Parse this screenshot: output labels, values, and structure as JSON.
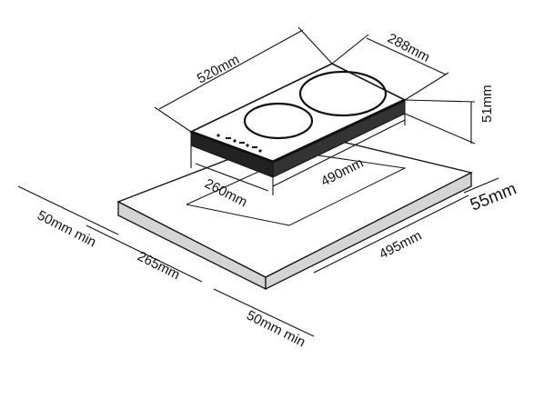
{
  "dimensions": {
    "width": "520mm",
    "depth": "288mm",
    "height": "51mm",
    "cutout_width": "490mm",
    "cutout_depth": "260mm",
    "worktop_thickness": "55mm",
    "worktop_length": "495mm",
    "worktop_depth": "265mm",
    "clearance_side": "50mm min",
    "clearance_front": "50mm min"
  },
  "colors": {
    "glass": "#ffffff",
    "frame": "#1a1a1a",
    "worktop_face": "#d4d4d4",
    "line": "#111111"
  },
  "icons": {
    "control_panel": "touch-controls-icon",
    "hob_glass": "ceramic-glass-icon"
  }
}
